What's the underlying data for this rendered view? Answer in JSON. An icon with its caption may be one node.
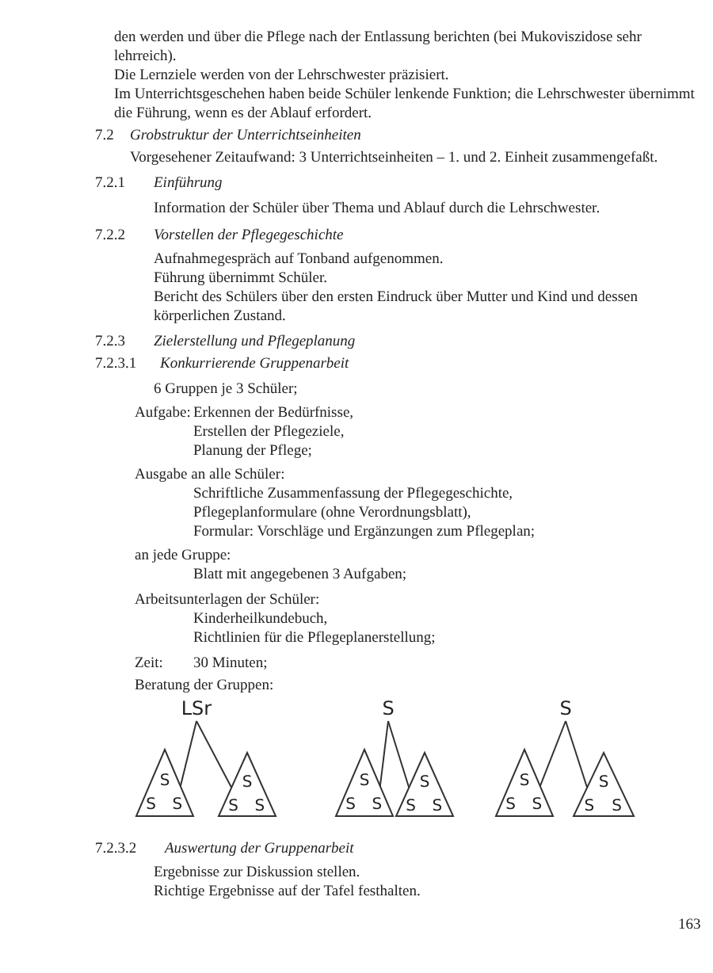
{
  "diagram": {
    "nodes": [
      {
        "text": [
          "LSr"
        ]
      },
      {
        "text": [
          "S",
          "S",
          "S"
        ]
      },
      {
        "text": [
          "S",
          "S",
          "S"
        ]
      },
      {
        "text": [
          "S"
        ]
      },
      {
        "text": [
          "S",
          "S",
          "S"
        ]
      },
      {
        "text": [
          "S",
          "S",
          "S"
        ]
      },
      {
        "text": [
          "S"
        ]
      },
      {
        "text": [
          "S",
          "S",
          "S"
        ]
      },
      {
        "text": [
          "S",
          "S",
          "S"
        ]
      }
    ],
    "edges": [
      {
        "from": 0,
        "to": 1,
        "arrow": "none"
      },
      {
        "from": 0,
        "to": 2,
        "arrow": "none"
      },
      {
        "from": 3,
        "to": 4,
        "arrow": "none"
      },
      {
        "from": 3,
        "to": 5,
        "arrow": "none"
      },
      {
        "from": 6,
        "to": 7,
        "arrow": "none"
      },
      {
        "from": 6,
        "to": 8,
        "arrow": "none"
      }
    ],
    "labels": [
      "den werden und über die Pflege nach der Entlassung berichten (bei Mukoviszidose sehr lehrreich).",
      "Die Lernziele werden von der Lehrschwester präzisiert.",
      "Im Unterrichtsgeschehen haben beide Schüler lenkende Funktion; die Lehrschwester übernimmt die Führung, wenn es der Ablauf erfordert.",
      "7.2",
      "Grobstruktur der Unterrichtseinheiten",
      "Vorgesehener Zeitaufwand: 3 Unterrichtseinheiten – 1. und 2. Einheit zusammengefaßt.",
      "7.2.1",
      "Einführung",
      "Information der Schüler über Thema und Ablauf durch die Lehrschwester.",
      "7.2.2",
      "Vorstellen der Pflegegeschichte",
      "Aufnahmegespräch auf Tonband aufgenommen.",
      "Führung übernimmt Schüler.",
      "Bericht des Schülers über den ersten Eindruck über Mutter und Kind und dessen körperlichen Zustand.",
      "7.2.3",
      "Zielerstellung und Pflegeplanung",
      "7.2.3.1",
      "Konkurrierende Gruppenarbeit",
      "6 Gruppen je 3 Schüler;",
      "Aufgabe:",
      "Erkennen der Bedürfnisse,",
      "Erstellen der Pflegeziele,",
      "Planung der Pflege;",
      "Ausgabe an alle Schüler:",
      "Schriftliche Zusammenfassung der Pflegegeschichte,",
      "Pflegeplanformulare (ohne Verordnungsblatt),",
      "Formular: Vorschläge und Ergänzungen zum Pflegeplan;",
      "an jede Gruppe:",
      "Blatt mit angegebenen 3 Aufgaben;",
      "Arbeitsunterlagen der Schüler:",
      "Kinderheilkundebuch,",
      "Richtlinien für die Pflegeplanerstellung;",
      "Zeit:",
      "30 Minuten;",
      "Beratung der Gruppen:",
      "7.2.3.2",
      "Auswertung der Gruppenarbeit",
      "Ergebnisse zur Diskussion stellen.",
      "Richtige Ergebnisse auf der Tafel festhalten.",
      "163"
    ]
  }
}
